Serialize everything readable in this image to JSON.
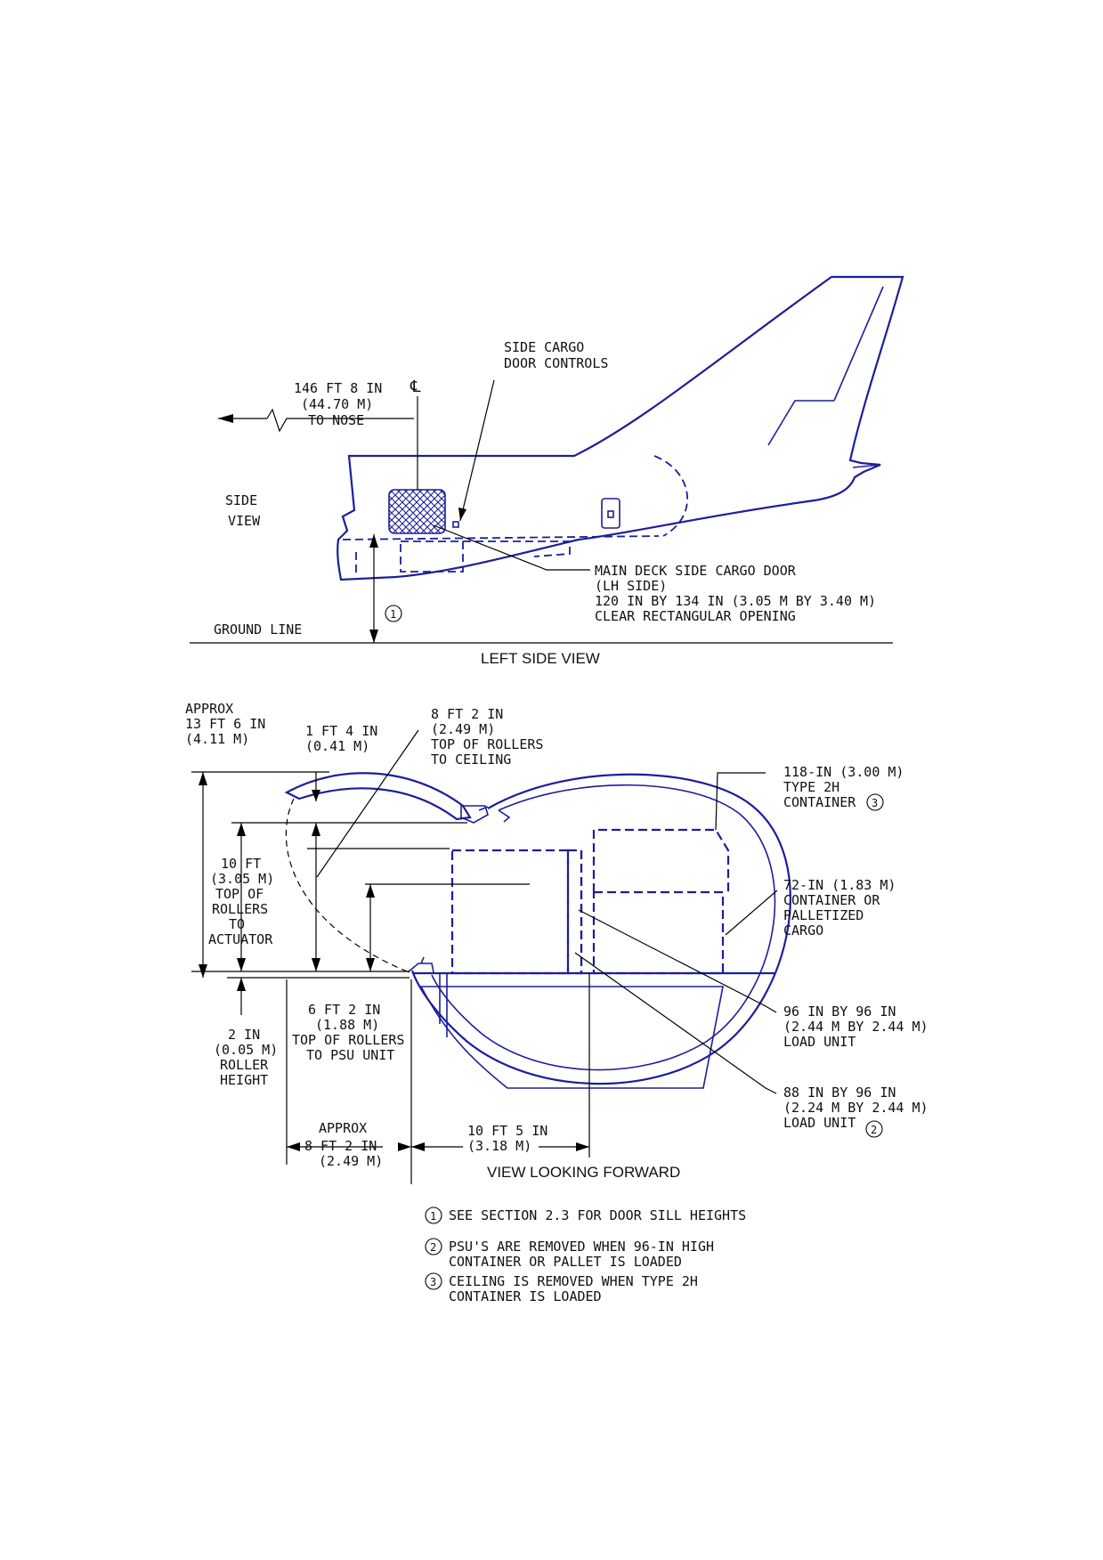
{
  "colors": {
    "drawing_blue": "#1c1e9a",
    "annotation_black": "#111111",
    "background": "#ffffff"
  },
  "side_view": {
    "centerline_symbol": "℄",
    "to_nose": [
      "146 FT 8 IN",
      "(44.70 M)",
      "TO NOSE"
    ],
    "side_view_label": [
      "SIDE",
      "VIEW"
    ],
    "door_controls": [
      "SIDE CARGO",
      "DOOR CONTROLS"
    ],
    "main_deck_door": [
      "MAIN DECK SIDE CARGO DOOR",
      "(LH SIDE)",
      "120 IN BY 134 IN (3.05 M BY 3.40 M)",
      "CLEAR RECTANGULAR OPENING"
    ],
    "note_ref": "1",
    "ground_line": "GROUND LINE",
    "caption": "LEFT SIDE VIEW"
  },
  "front_view": {
    "approx_height": [
      "APPROX",
      "13 FT 6 IN",
      "(4.11 M)"
    ],
    "dim_1ft4": [
      "1 FT 4 IN",
      "(0.41 M)"
    ],
    "dim_8ft2_ceiling": [
      "8 FT 2 IN",
      "(2.49 M)",
      "TOP OF ROLLERS",
      "TO CEILING"
    ],
    "dim_10ft": [
      "10 FT",
      "(3.05 M)",
      "TOP OF",
      "ROLLERS",
      "TO",
      "ACTUATOR"
    ],
    "dim_6ft2": [
      "6 FT 2 IN",
      "(1.88 M)",
      "TOP OF ROLLERS",
      "TO PSU UNIT"
    ],
    "dim_2in": [
      "2 IN",
      "(0.05 M)",
      "ROLLER",
      "HEIGHT"
    ],
    "dim_approx_8ft2": [
      "APPROX",
      "8 FT 2 IN",
      "(2.49 M)"
    ],
    "dim_10ft5": [
      "10 FT 5 IN",
      "(3.18 M)"
    ],
    "container_118": [
      "118-IN (3.00 M)",
      "TYPE 2H",
      "CONTAINER"
    ],
    "container_118_ref": "3",
    "container_72": [
      "72-IN (1.83 M)",
      "CONTAINER OR",
      "PALLETIZED",
      "CARGO"
    ],
    "load_96": [
      "96 IN BY 96 IN",
      "(2.44 M BY 2.44 M)",
      "LOAD UNIT"
    ],
    "load_88": [
      "88 IN BY 96 IN",
      "(2.24 M BY 2.44 M)",
      "LOAD UNIT"
    ],
    "load_88_ref": "2",
    "caption": "VIEW LOOKING FORWARD"
  },
  "notes": [
    {
      "num": "1",
      "lines": [
        "SEE SECTION 2.3 FOR DOOR SILL HEIGHTS"
      ]
    },
    {
      "num": "2",
      "lines": [
        "PSU'S ARE REMOVED WHEN 96-IN HIGH",
        "CONTAINER OR PALLET IS LOADED"
      ]
    },
    {
      "num": "3",
      "lines": [
        "CEILING IS REMOVED WHEN TYPE 2H",
        "CONTAINER IS LOADED"
      ]
    }
  ]
}
